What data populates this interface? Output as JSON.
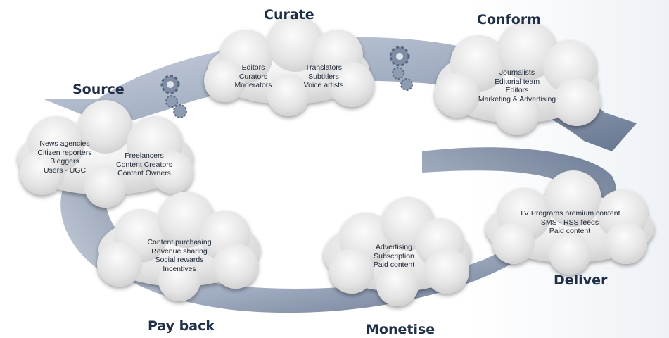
{
  "stages": {
    "curate": "Curate",
    "conform": "Conform",
    "source": "Source",
    "deliver": "Deliver",
    "monetise": "Monetise",
    "pay_back": "Pay back"
  },
  "clouds": {
    "curate": {
      "left": [
        "Editors",
        "Curators",
        "Moderators"
      ],
      "right": [
        "Translators",
        "Subtitlers",
        "Voice artists"
      ]
    },
    "conform": {
      "lines": [
        "Journalists",
        "Editorial team",
        "Editors",
        "Marketing & Advertising"
      ]
    },
    "source": {
      "left": [
        "News agencies",
        "Citizen reporters",
        "Bloggers",
        "Users - UGC"
      ],
      "right": [
        "Freelancers",
        "Content Creators",
        "Content Owners"
      ]
    },
    "deliver": {
      "lines": [
        "TV Programs premium content",
        "SMS - RSS feeds",
        "Paid content"
      ]
    },
    "monetise": {
      "lines": [
        "Advertising",
        "Subscription",
        "Paid content"
      ]
    },
    "pay_back": {
      "lines": [
        "Content purchasing",
        "Revenue sharing",
        "Social rewards",
        "Incentives"
      ]
    }
  },
  "icons": [
    "gear-icon"
  ],
  "colors": {
    "arrow_fill": "#9aa7bd",
    "arrow_dark": "#4e5f7c",
    "cloud_fill": "#e6e6e6",
    "label": "#1f2f47",
    "gear": "#7f8ea5"
  }
}
